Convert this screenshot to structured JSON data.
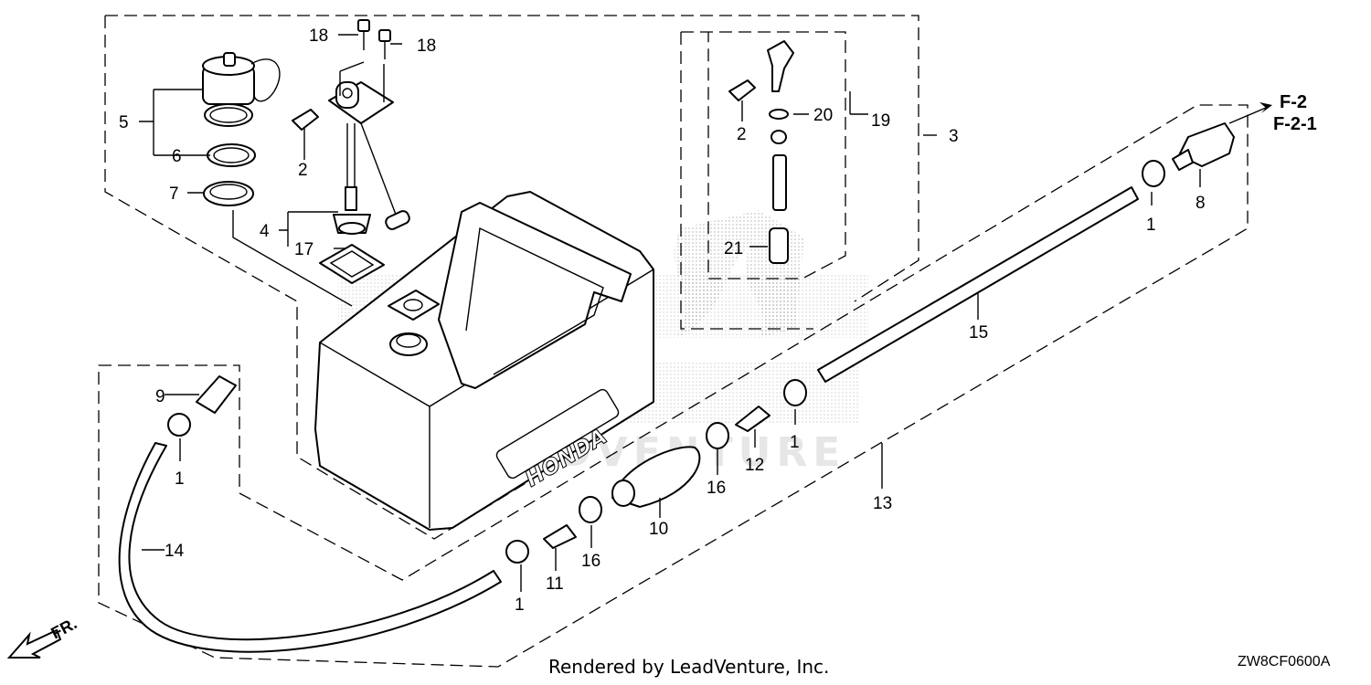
{
  "diagram": {
    "labels": [
      "1",
      "1",
      "1",
      "1",
      "2",
      "2",
      "3",
      "4",
      "5",
      "6",
      "7",
      "8",
      "9",
      "10",
      "11",
      "12",
      "13",
      "14",
      "15",
      "16",
      "16",
      "17",
      "18",
      "18",
      "19",
      "20",
      "21"
    ],
    "references": [
      "F-2",
      "F-2-1"
    ],
    "direction_marker": "FR.",
    "brand_mark": "HONDA",
    "watermark": "LEADVENTURE"
  },
  "footer": {
    "credit": "Rendered by LeadVenture, Inc.",
    "diagram_code": "ZW8CF0600A"
  }
}
